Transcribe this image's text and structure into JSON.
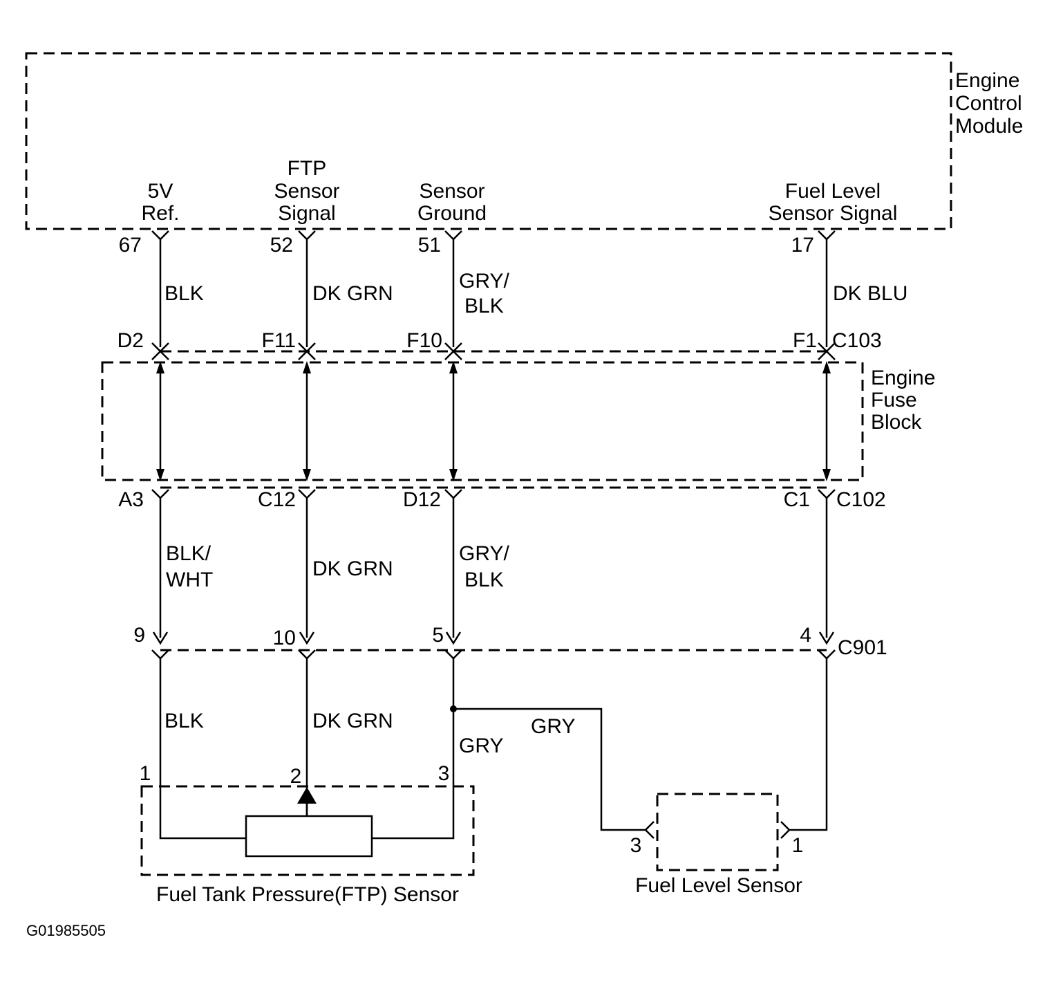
{
  "components": {
    "ecm": [
      "Engine",
      "Control",
      "Module"
    ],
    "fuse_block": [
      "Engine",
      "Fuse",
      "Block"
    ],
    "ftp_sensor": "Fuel Tank Pressure(FTP) Sensor",
    "fuel_level_sensor": "Fuel Level Sensor"
  },
  "ecm_signals": {
    "ref5v": [
      "5V",
      "Ref."
    ],
    "ftp_signal": [
      "FTP",
      "Sensor",
      "Signal"
    ],
    "sensor_ground": [
      "Sensor",
      "Ground"
    ],
    "fuel_level_signal": [
      "Fuel Level",
      "Sensor Signal"
    ]
  },
  "ecm_pins": {
    "ref5v": "67",
    "ftp_signal": "52",
    "sensor_ground": "51",
    "fuel_level_signal": "17"
  },
  "wires_upper": {
    "ref5v": [
      "BLK"
    ],
    "ftp_signal": [
      "DK GRN"
    ],
    "sensor_ground": [
      "GRY/",
      "BLK"
    ],
    "fuel_level_signal": [
      "DK BLU"
    ]
  },
  "connector_c103": {
    "name": "C103",
    "pins": {
      "ref5v": "D2",
      "ftp_signal": "F11",
      "sensor_ground": "F10",
      "fuel_level_signal": "F1"
    }
  },
  "connector_c102": {
    "name": "C102",
    "pins": {
      "ref5v": "A3",
      "ftp_signal": "C12",
      "sensor_ground": "D12",
      "fuel_level_signal": "C1"
    }
  },
  "wires_middle": {
    "ref5v": [
      "BLK/",
      "WHT"
    ],
    "ftp_signal": [
      "DK GRN"
    ],
    "sensor_ground": [
      "GRY/",
      "BLK"
    ]
  },
  "connector_c901": {
    "name": "C901",
    "pins": {
      "ref5v": "9",
      "ftp_signal": "10",
      "sensor_ground": "5",
      "fuel_level_signal": "4"
    }
  },
  "wires_lower": {
    "ref5v": "BLK",
    "ftp_signal": "DK GRN",
    "sensor_ground": "GRY",
    "fuel_level_ground": "GRY"
  },
  "ftp_sensor_pins": {
    "p1": "1",
    "p2": "2",
    "p3": "3"
  },
  "fuel_level_sensor_pins": {
    "ground": "3",
    "signal": "1"
  },
  "figure_id": "G01985505"
}
